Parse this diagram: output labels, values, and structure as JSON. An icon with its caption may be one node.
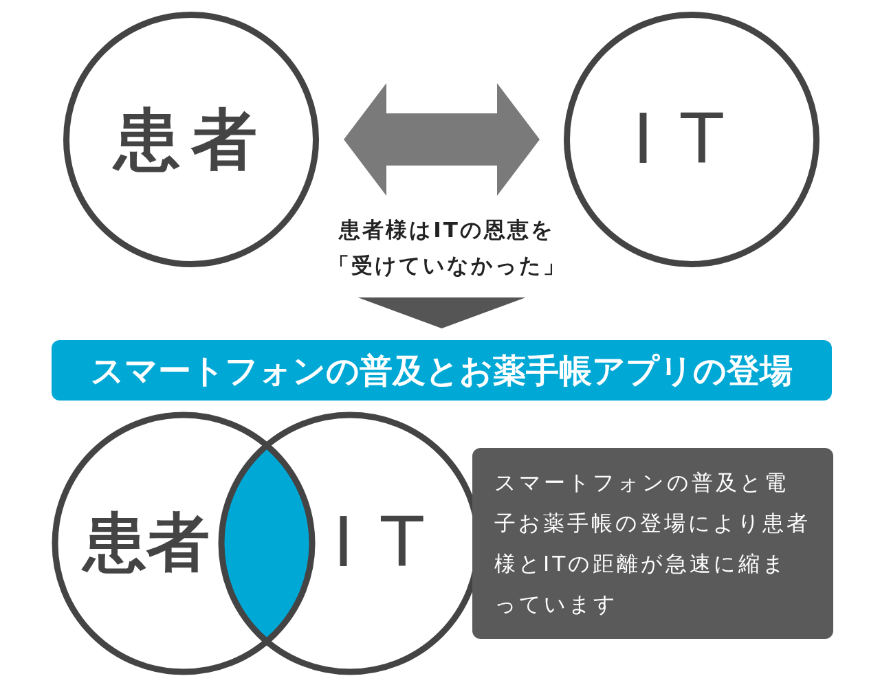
{
  "diagram": {
    "nodes": [
      {
        "text": [
          "患者"
        ]
      },
      {
        "text": [
          "IT"
        ]
      },
      {
        "text": [
          "患者様はITの恩恵を「受けていなかった」"
        ]
      },
      {
        "text": [
          "スマートフォンの普及とお薬手帳アプリの登場"
        ]
      },
      {
        "text": [
          "患者"
        ]
      },
      {
        "text": [
          "IT"
        ]
      },
      {
        "text": [
          "スマートフォンの普及と電子お薬手帳の登場により患者様とITの距離が急速に縮まっています"
        ]
      }
    ],
    "edges": [
      {
        "from": 0,
        "to": 1,
        "arrow": "both",
        "style": "thick"
      },
      {
        "from": 2,
        "to": 3,
        "arrow": "to",
        "style": "thick"
      }
    ]
  }
}
